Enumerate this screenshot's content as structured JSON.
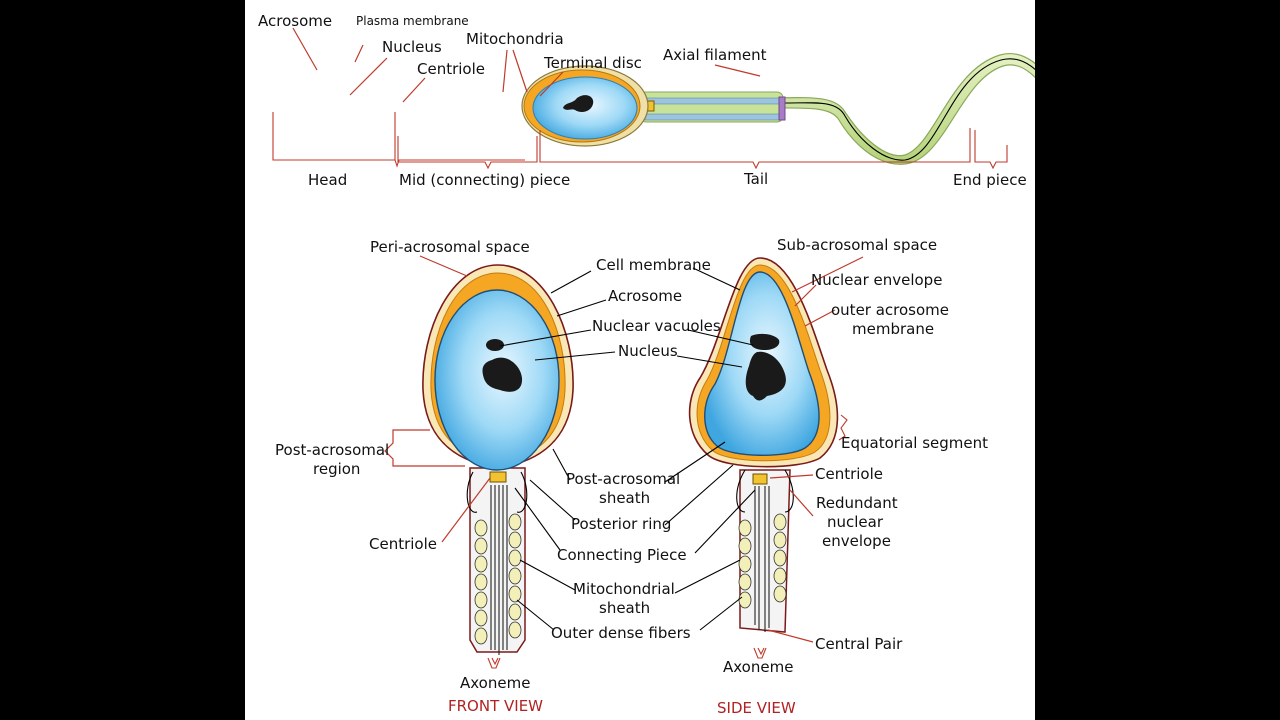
{
  "colors": {
    "cytoplasm": "#8fd3f4",
    "acrosome": "#f5a623",
    "tail": "#c9e29a",
    "leader_red": "#c0392b",
    "view_title": "#b22222"
  },
  "top": {
    "labels": {
      "acrosome": "Acrosome",
      "plasma_membrane": "Plasma membrane",
      "nucleus": "Nucleus",
      "centriole": "Centriole",
      "mitochondria": "Mitochondria",
      "terminal_disc": "Terminal disc",
      "axial_filament": "Axial filament"
    },
    "regions": {
      "head": "Head",
      "mid": "Mid (connecting) piece",
      "tail": "Tail",
      "end": "End piece"
    }
  },
  "front": {
    "title": "FRONT VIEW",
    "labels": {
      "peri_acrosomal_space": "Peri-acrosomal space",
      "cell_membrane": "Cell membrane",
      "acrosome": "Acrosome",
      "nuclear_vacuoles": "Nuclear vacuoles",
      "nucleus": "Nucleus",
      "post_acrosomal_region_1": "Post-acrosomal",
      "post_acrosomal_region_2": "region",
      "post_acrosomal_sheath_1": "Post-acrosomal",
      "post_acrosomal_sheath_2": "sheath",
      "posterior_ring": "Posterior ring",
      "connecting_piece": "Connecting Piece",
      "centriole": "Centriole",
      "mitochondrial_sheath_1": "Mitochondrial",
      "mitochondrial_sheath_2": "sheath",
      "outer_dense_fibers": "Outer dense fibers",
      "axoneme": "Axoneme"
    }
  },
  "side": {
    "title": "SIDE VIEW",
    "labels": {
      "sub_acrosomal_space": "Sub-acrosomal space",
      "nuclear_envelope": "Nuclear envelope",
      "outer_acrosome_membrane_1": "outer acrosome",
      "outer_acrosome_membrane_2": "membrane",
      "equatorial_segment": "Equatorial segment",
      "centriole": "Centriole",
      "redundant_nuclear_envelope_1": "Redundant",
      "redundant_nuclear_envelope_2": "nuclear",
      "redundant_nuclear_envelope_3": "envelope",
      "central_pair": "Central Pair",
      "axoneme": "Axoneme"
    }
  }
}
